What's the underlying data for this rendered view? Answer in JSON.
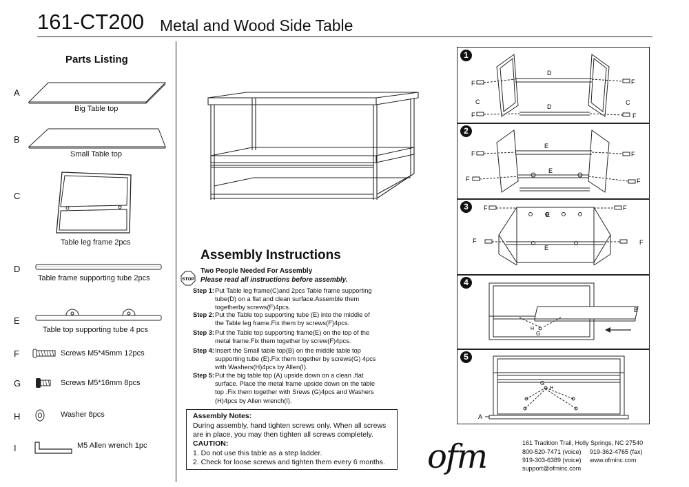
{
  "header": {
    "model": "161-CT200",
    "title": "Metal and Wood Side Table"
  },
  "parts_listing": {
    "title": "Parts Listing",
    "items": [
      {
        "letter": "A",
        "caption": "Big Table top"
      },
      {
        "letter": "B",
        "caption": "Small Table top"
      },
      {
        "letter": "C",
        "caption": "Table leg frame 2pcs"
      },
      {
        "letter": "D",
        "caption": "Table frame supporting tube 2pcs"
      },
      {
        "letter": "E",
        "caption": "Table top supporting tube 4 pcs"
      },
      {
        "letter": "F",
        "caption": "Screws M5*45mm 12pcs"
      },
      {
        "letter": "G",
        "caption": "Screws M5*16mm 8pcs"
      },
      {
        "letter": "H",
        "caption": "Washer  8pcs"
      },
      {
        "letter": "I",
        "caption": "M5 Allen wrench 1pc"
      }
    ]
  },
  "assembly": {
    "title": "Assembly Instructions",
    "stop_icon": "STOP",
    "two_people": "Two People Needed For Assembly",
    "read_all": "Please read all instructions before assembly.",
    "steps": [
      {
        "label": "Step 1:",
        "text": "Put Table leg frame(C)and 2pcs Table frame supporting tube(D)  on a flat and clean surface.Assemble them togetherby screws(F)4pcs."
      },
      {
        "label": "Step 2:",
        "text": "Put the Table top supporting tube (E)  into the middle of the Table leg frame.Fix them by screws(F)4pcs."
      },
      {
        "label": "Step 3:",
        "text": "Put the Table top supporting frame(E)   on the top of the metal frame.Fix them together by screw(F)4pcs."
      },
      {
        "label": "Step 4:",
        "text": "Insert the Small table top(B)  on  the middle table top supporting tube (E).Fix them together by screws(G) 4pcs with Washers(H)4pcs by Allen(I)."
      },
      {
        "label": "Step 5:",
        "text": "Put the big table top (A) upside down on a clean ,flat surface. Place the metal frame upside down on the table top .Fix them together with Srews (G)4pcs and Washers (H)4pcs by Allen wrench(I)."
      }
    ]
  },
  "notes": {
    "title": "Assembly Notes:",
    "line1": "During assembly, hand tighten screws only. When all screws",
    "line2": "are in place, you may then tighten all screws completely.",
    "caution_title": "CAUTION:",
    "caution1": "1. Do not use this table as a step ladder.",
    "caution2": "2. Check for loose screws and tighten them every 6 months."
  },
  "company": {
    "logo": "ofm",
    "address": "161 Tradition Trail, Holly Springs, NC 27540",
    "phone1": "800-520-7471 (voice)",
    "fax": "919-362-4765 (fax)",
    "phone2": "919-303-6389 (voice)",
    "web": "www.ofminc.com",
    "email": "support@ofminc.com"
  },
  "diagram_steps": [
    "1",
    "2",
    "3",
    "4",
    "5"
  ],
  "diagram_labels": {
    "p1": {
      "d": "D",
      "f": "F",
      "c": "C"
    },
    "p2": {
      "e": "E",
      "f": "F"
    },
    "p3": {
      "e": "E",
      "f": "F"
    },
    "p4": {
      "b": "B",
      "h": "H",
      "g": "G"
    },
    "p5": {
      "a": "A",
      "g": "G",
      "h": "H"
    }
  }
}
